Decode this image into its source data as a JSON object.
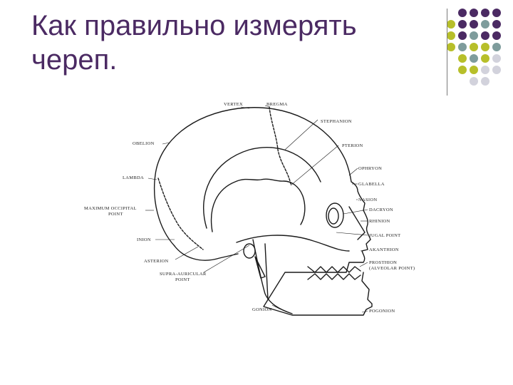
{
  "slide": {
    "title_line1": "Как правильно измерять",
    "title_line2": "череп.",
    "colors": {
      "title": "#4b2a63",
      "purple": "#4b2a63",
      "teal": "#7e9c9c",
      "olive": "#b7bf2a",
      "gray": "#d2d2dc"
    }
  },
  "figure": {
    "labels": {
      "vertex": "VERTEX",
      "bregma": "BREGMA",
      "stephanion": "STEPHANION",
      "obelion": "OBELION",
      "pterion": "PTERION",
      "ophryon": "OPHRYON",
      "lambda": "LAMBDA",
      "glabella": "GLABELLA",
      "nasion": "NASION",
      "max_occipital_1": "MAXIMUM OCCIPITAL",
      "max_occipital_2": "POINT",
      "dacryon": "DACRYON",
      "rhinion": "RHINION",
      "inion": "INION",
      "jugal": "JUGAL POINT",
      "akanthion": "AKANTHION",
      "asterion": "ASTERION",
      "prosthion_1": "PROSTHION",
      "prosthion_2": "(ALVEOLAR POINT)",
      "supra_1": "SUPRA-AURICULAR",
      "supra_2": "POINT",
      "gonion": "GONION",
      "pogonion": "POGONION"
    }
  }
}
